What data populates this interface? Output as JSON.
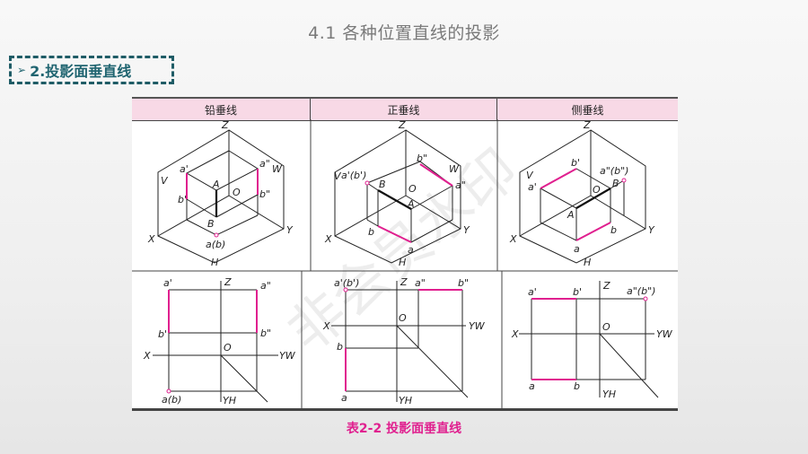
{
  "title": "4.1  各种位置直线的投影",
  "section": {
    "arrow": "➢",
    "label": "2.投影面垂直线"
  },
  "table": {
    "headers": [
      "铅垂线",
      "正垂线",
      "侧垂线"
    ],
    "iso_labels": {
      "common": {
        "Z": "Z",
        "X": "X",
        "Y": "Y",
        "H": "H",
        "V": "V",
        "W": "W",
        "O": "O"
      },
      "c1": {
        "a1": "a'",
        "b1": "b'",
        "a2": "a\"",
        "b2": "b\"",
        "A": "A",
        "B": "B",
        "ab": "a(b)"
      },
      "c2": {
        "a1b1": "a'(b')",
        "b2": "b\"",
        "a2": "a\"",
        "A": "A",
        "B": "B",
        "a": "a",
        "b": "b"
      },
      "c3": {
        "a1": "a'",
        "b1": "b'",
        "a2b2": "a\"(b\")",
        "A": "A",
        "B": "B",
        "a": "a",
        "b": "b"
      }
    },
    "ortho_labels": {
      "common": {
        "Z": "Z",
        "X": "X",
        "O": "O",
        "YW": "YW",
        "YH": "YH"
      },
      "c1": {
        "a1": "a'",
        "a2": "a\"",
        "b1": "b'",
        "b2": "b\"",
        "ab": "a(b)"
      },
      "c2": {
        "a1b1": "a'(b')",
        "a2": "a\"",
        "b2": "b\"",
        "b": "b",
        "a": "a"
      },
      "c3": {
        "a1": "a'",
        "b1": "b'",
        "a2b2": "a\"(b\")",
        "a": "a",
        "b": "b"
      }
    }
  },
  "caption": "表2-2  投影面垂直线",
  "watermark": "非会员水印",
  "colors": {
    "highlight": "#e0208f",
    "section": "#1f5c66",
    "header_bg": "#f8d9e6"
  }
}
